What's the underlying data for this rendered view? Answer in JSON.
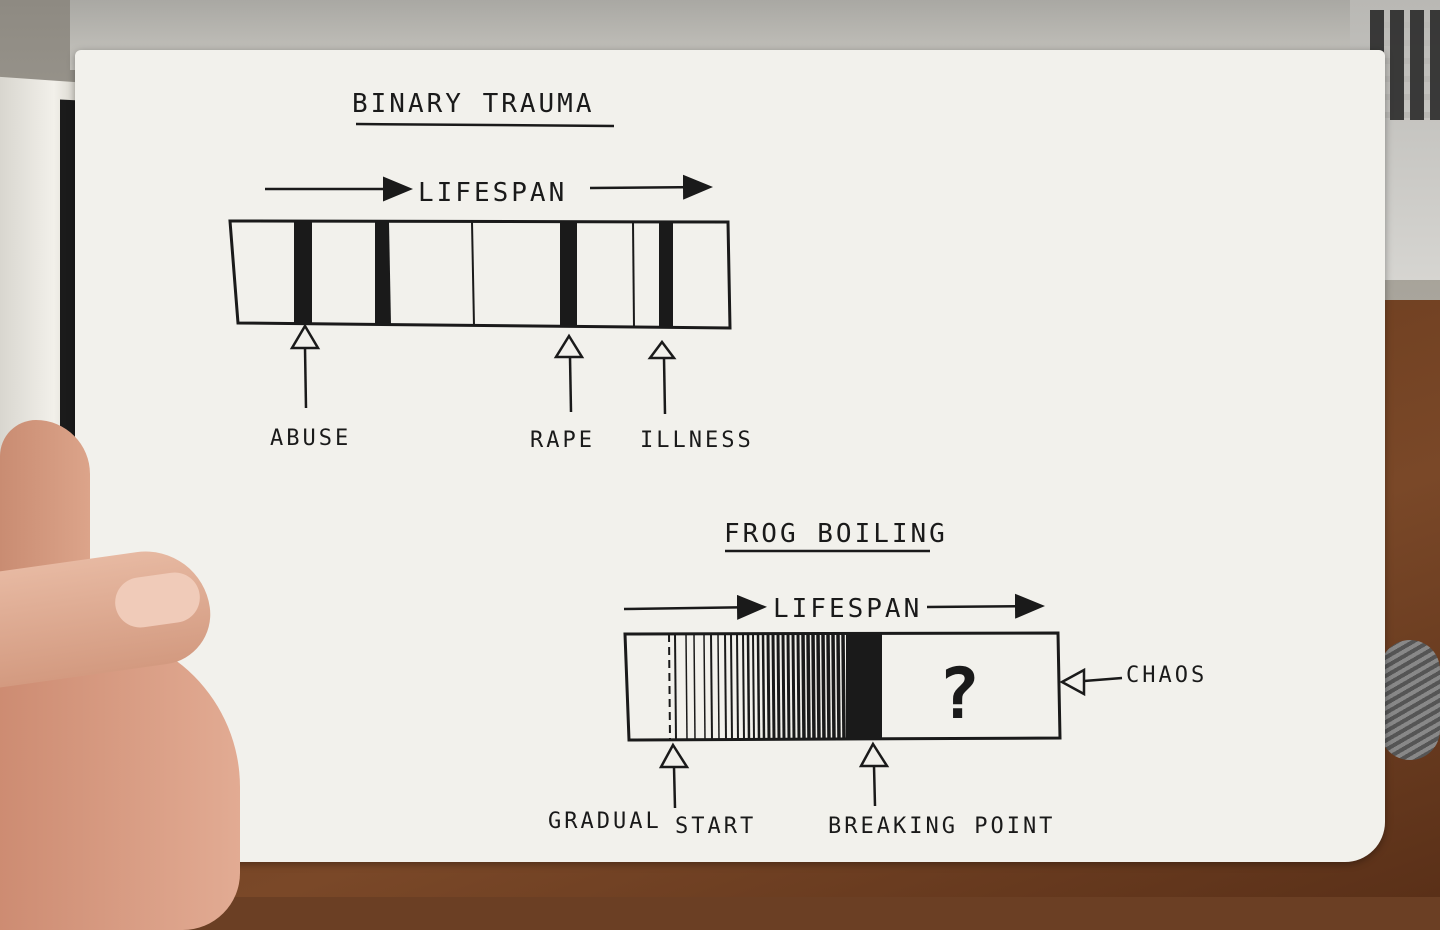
{
  "diagrams": {
    "binary_trauma": {
      "title": "BINARY TRAUMA",
      "axis_label": "LIFESPAN",
      "markers": {
        "abuse": "ABUSE",
        "rape": "RAPE",
        "illness": "ILLNESS"
      }
    },
    "frog_boiling": {
      "title": "FROG BOILING",
      "axis_label": "LIFESPAN",
      "unknown_symbol": "?",
      "labels": {
        "gradual": "GRADUAL",
        "start": "START",
        "breaking_point": "BREAKING POINT",
        "chaos": "CHAOS"
      }
    }
  },
  "colors": {
    "ink": "#1a1a1a",
    "paper": "#f2f1ec",
    "table": "#6b3f24"
  }
}
